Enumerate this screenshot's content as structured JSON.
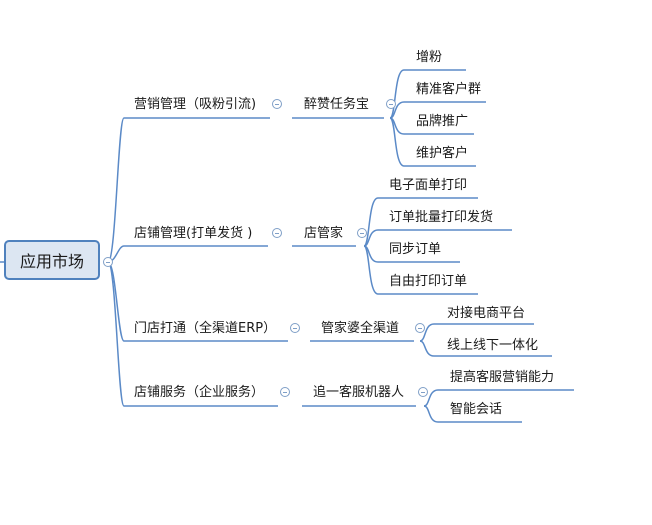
{
  "root": {
    "label": "应用市场"
  },
  "branches": [
    {
      "label": "营销管理（吸粉引流)",
      "tool": "醉赞任务宝",
      "items": [
        "增粉",
        "精准客户群",
        "品牌推广",
        "维护客户"
      ]
    },
    {
      "label": "店铺管理(打单发货 )",
      "tool": "店管家",
      "items": [
        "电子面单打印",
        "订单批量打印发货",
        "同步订单",
        "自由打印订单"
      ]
    },
    {
      "label": "门店打通（全渠道ERP）",
      "tool": "管家婆全渠道",
      "items": [
        "对接电商平台",
        "线上线下一体化"
      ]
    },
    {
      "label": "店铺服务（企业服务）",
      "tool": "追一客服机器人",
      "items": [
        "提高客服营销能力",
        "智能会话"
      ]
    }
  ],
  "colors": {
    "line": "#4f81bd",
    "underline": "#4f81bd",
    "root_fill": "#dce6f2"
  }
}
